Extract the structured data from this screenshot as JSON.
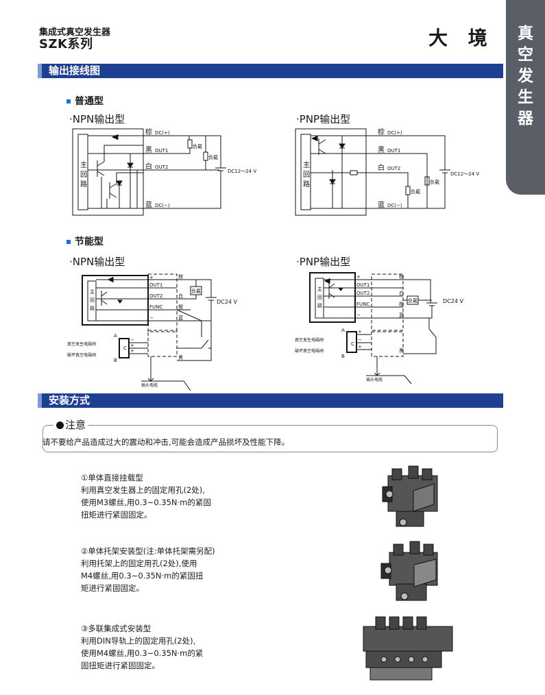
{
  "header": {
    "subtitle": "集成式真空发生器",
    "title": "SZK系列",
    "brand": "大 境"
  },
  "side_tab": {
    "text": "真空发生器"
  },
  "sections": {
    "wiring": "输出接线图",
    "mounting": "安装方式"
  },
  "wiring": {
    "standard": {
      "heading": "普通型",
      "npn": {
        "title": "·NPN输出型",
        "main_circuit": [
          "主",
          "回",
          "路"
        ],
        "wires": [
          {
            "color": "棕",
            "signal": "DC(+)"
          },
          {
            "color": "黑",
            "signal": "OUT1"
          },
          {
            "color": "白",
            "signal": "OUT2"
          },
          {
            "color": "蓝",
            "signal": "DC(−)"
          }
        ],
        "load": "负载",
        "supply": "DC12～24 V"
      },
      "pnp": {
        "title": "·PNP输出型",
        "main_circuit": [
          "主",
          "回",
          "路"
        ],
        "wires": [
          {
            "color": "棕",
            "signal": "DC(+)"
          },
          {
            "color": "黑",
            "signal": "OUT1"
          },
          {
            "color": "白",
            "signal": "OUT2"
          },
          {
            "color": "蓝",
            "signal": "DC(−)"
          }
        ],
        "load": "负载",
        "supply": "DC12～24 V"
      }
    },
    "energy_saving": {
      "heading": "节能型",
      "npn": {
        "title": "·NPN输出型",
        "main_circuit": [
          "主",
          "回",
          "路"
        ],
        "terminals": [
          "+",
          "OUT1",
          "OUT2",
          "FUNC",
          "−"
        ],
        "wire_colors": [
          "棕",
          "白",
          "橙",
          "蓝",
          "黑"
        ],
        "load": "负载",
        "supply": "DC24 V",
        "valve_marks": [
          "A",
          "C",
          "B"
        ],
        "valve_pins": [
          "−",
          "+",
          "+"
        ],
        "valve_vacuum": "真空发生电磁阀",
        "valve_break": "破坏真空电磁阀",
        "cable": "插头电缆"
      },
      "pnp": {
        "title": "·PNP输出型",
        "main_circuit": [
          "主",
          "回",
          "路"
        ],
        "terminals": [
          "+",
          "OUT1",
          "OUT2",
          "FUNC",
          "−"
        ],
        "wire_colors": [
          "棕",
          "白",
          "橙",
          "蓝",
          "黑"
        ],
        "load": "负载",
        "supply": "DC24 V",
        "valve_marks": [
          "A",
          "C",
          "B"
        ],
        "valve_pins": [
          "+",
          "−",
          "+"
        ],
        "valve_vacuum": "真空发生电磁阀",
        "valve_break": "破坏真空电磁阀",
        "cable": "插头电缆"
      }
    }
  },
  "notice": {
    "label": "注意",
    "text": "请不要给产品造成过大的震动和冲击,可能会造成产品损坏及性能下降。"
  },
  "mounting": [
    {
      "title": "①单体直接挂载型",
      "lines": [
        "利用真空发生器上的固定用孔(2处),",
        "使用M3螺丝,用0.3~0.35N·m的紧固",
        "扭矩进行紧固固定。"
      ]
    },
    {
      "title": "②单体托架安装型(注:单体托架需另配)",
      "lines": [
        "利用托架上的固定用孔(2处),使用",
        "M4螺丝,用0.3~0.35N·m的紧固扭",
        "矩进行紧固固定。"
      ]
    },
    {
      "title": "③多联集成式安装型",
      "lines": [
        "利用DIN导轨上的固定用孔(2处),",
        "使用M4螺丝,用0.3~0.35N·m的紧",
        "固扭矩进行紧固固定。"
      ]
    }
  ],
  "colors": {
    "section_bar": "#1f3f92",
    "side_tab": "#5a5e66",
    "bullet": "#1f6fd6"
  }
}
